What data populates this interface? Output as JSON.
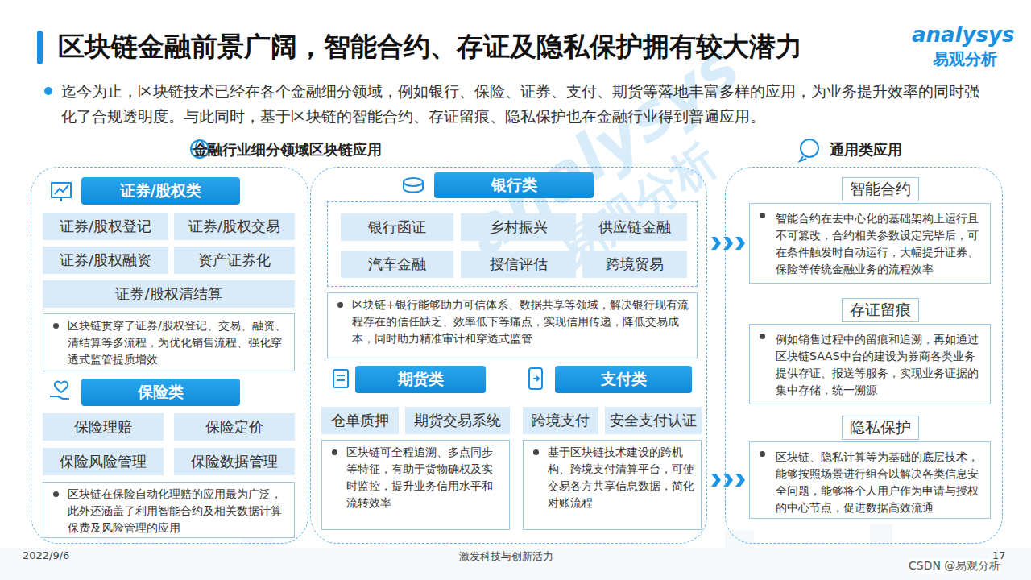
{
  "diagram": {
    "title": "区块链金融前景广阔，智能合约、存证及隐私保护拥有较大潜力",
    "nodes": [
      {
        "text": [
          "金融行业细分领域区块链应用"
        ]
      },
      {
        "in": 0
      },
      {
        "text": [
          "证券/股权类"
        ],
        "in": 1
      },
      {
        "text": [
          "证券/股权登记"
        ],
        "in": 1
      },
      {
        "text": [
          "证券/股权交易"
        ],
        "in": 1
      },
      {
        "text": [
          "证券/股权融资"
        ],
        "in": 1
      },
      {
        "text": [
          "资产证券化"
        ],
        "in": 1
      },
      {
        "text": [
          "证券/股权清结算"
        ],
        "in": 1
      },
      {
        "text": [
          "区块链贯穿了证券/股权登记、交易、融资、清结算等多流程，为优化销售流程、强化穿透式监管提质增效"
        ],
        "in": 1
      },
      {
        "text": [
          "保险类"
        ],
        "in": 1
      },
      {
        "text": [
          "保险理赔"
        ],
        "in": 1
      },
      {
        "text": [
          "保险定价"
        ],
        "in": 1
      },
      {
        "text": [
          "保险风险管理"
        ],
        "in": 1
      },
      {
        "text": [
          "保险数据管理"
        ],
        "in": 1
      },
      {
        "text": [
          "区块链在保险自动化理赔的应用最为广泛，此外还涵盖了利用智能合约及相关数据计算保费及风险管理的应用"
        ],
        "in": 1
      },
      {
        "in": 0
      },
      {
        "text": [
          "银行类"
        ],
        "in": 15
      },
      {
        "in": 15
      },
      {
        "text": [
          "银行函证"
        ],
        "in": 17
      },
      {
        "text": [
          "乡村振兴"
        ],
        "in": 17
      },
      {
        "text": [
          "供应链金融"
        ],
        "in": 17
      },
      {
        "text": [
          "汽车金融"
        ],
        "in": 17
      },
      {
        "text": [
          "授信评估"
        ],
        "in": 17
      },
      {
        "text": [
          "跨境贸易"
        ],
        "in": 17
      },
      {
        "text": [
          "区块链+银行能够助力可信体系、数据共享等领域，解决银行现有流程存在的信任缺乏、效率低下等痛点，实现信用传递，降低交易成本，同时助力精准审计和穿透式监管"
        ],
        "in": 15
      },
      {
        "text": [
          "期货类"
        ],
        "in": 15
      },
      {
        "text": [
          "仓单质押"
        ],
        "in": 15
      },
      {
        "text": [
          "期货交易系统"
        ],
        "in": 15
      },
      {
        "text": [
          "区块链可全程追溯、多点同步等特征，有助于货物确权及实时监控，提升业务信用水平和流转效率"
        ],
        "in": 15
      },
      {
        "text": [
          "支付类"
        ],
        "in": 15
      },
      {
        "text": [
          "跨境支付"
        ],
        "in": 15
      },
      {
        "text": [
          "安全支付认证"
        ],
        "in": 15
      },
      {
        "text": [
          "基于区块链技术建设的跨机构、跨境支付清算平台，可使交易各方共享信息数据，简化对账流程"
        ],
        "in": 15
      },
      {
        "text": [
          "通用类应用"
        ]
      },
      {
        "text": [
          "智能合约",
          "智能合约在去中心化的基础架构上运行且不可篡改，合约相关参数设定完毕后，可在条件触发时自动运行，大幅提升证券、保险等传统金融业务的流程效率"
        ],
        "in": 33
      },
      {
        "text": [
          "存证留痕",
          "例如销售过程中的留痕和追溯，再如通过区块链SAAS中台的建设为券商各类业务提供存证、报送等服务，实现业务证据的集中存储，统一溯源"
        ],
        "in": 33
      },
      {
        "text": [
          "隐私保护",
          "区块链、隐私计算等为基础的底层技术，能够按照场景进行组合以解决各类信息安全问题，能够将个人用户作为申请与授权的中心节点，促进数据高效流通"
        ],
        "in": 33
      }
    ],
    "edges": [
      {
        "from": 15,
        "to": 34,
        "arrow": "to"
      },
      {
        "from": 15,
        "to": 36,
        "arrow": "to"
      }
    ],
    "labels": [
      "迄今为止，区块链技术已经在各个金融细分领域，例如银行、保险、证券、支付、期货等落地丰富多样的应用，为业务提升效率的同时强化了合规透明度。与此同时，基于区块链的智能合约、存证留痕、隐私保护也在金融行业得到普遍应用。",
      "analysys",
      "易观分析",
      "analysys",
      "易观分析",
      "2022/9/6",
      "激发科技与创新活力",
      "17",
      "CSDN @易观分析"
    ]
  }
}
